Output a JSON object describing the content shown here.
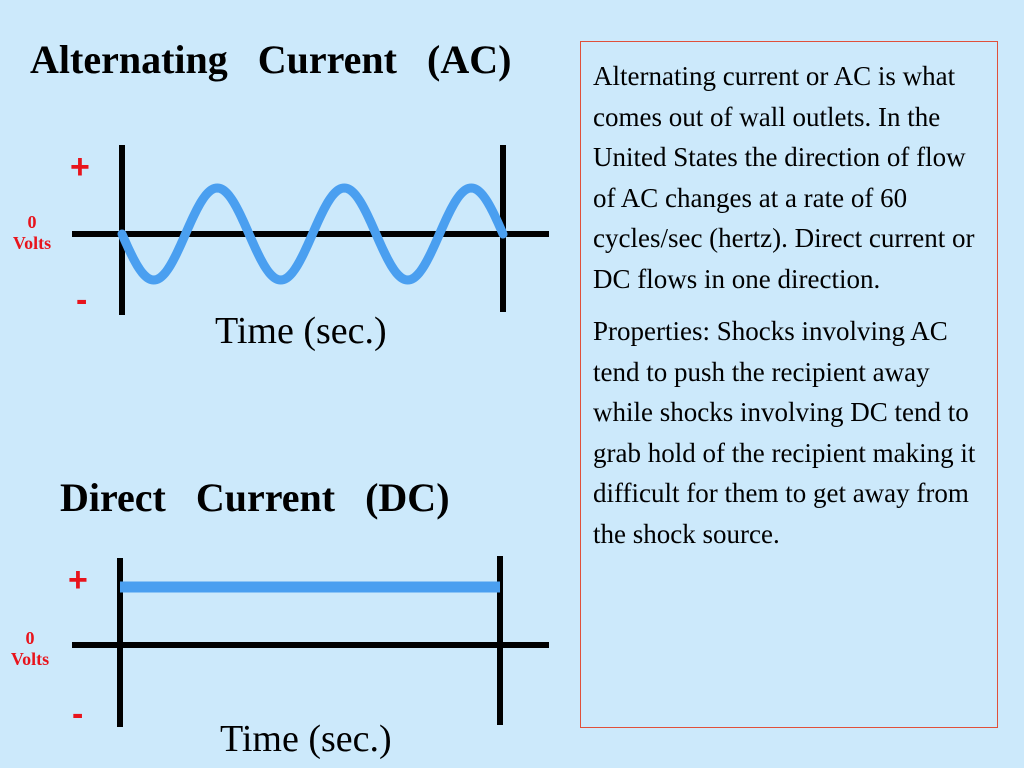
{
  "ac": {
    "title": "Alternating   Current   (AC)",
    "plus": "+",
    "minus": "-",
    "zero": "0",
    "volts": "Volts",
    "xlabel": "Time (sec.)",
    "cycles": 3,
    "wave_color": "#4a9ff0"
  },
  "dc": {
    "title": "Direct   Current   (DC)",
    "plus": "+",
    "minus": "-",
    "zero": "0",
    "volts": "Volts",
    "xlabel": "Time (sec.)",
    "level": 1,
    "line_color": "#4a9ff0"
  },
  "description": {
    "paragraph1": "Alternating current or AC is what comes out of wall outlets.  In the United States the direction of flow of AC changes at a rate of 60 cycles/sec (hertz).  Direct current or DC flows in one direction.",
    "paragraph2": "Properties:  Shocks involving AC tend to push the recipient away while shocks involving DC tend to grab hold of the recipient making it difficult for them to get away from the shock source."
  },
  "colors": {
    "background": "#cce9fb",
    "label_red": "#e8141c",
    "box_border": "#e0503a"
  }
}
